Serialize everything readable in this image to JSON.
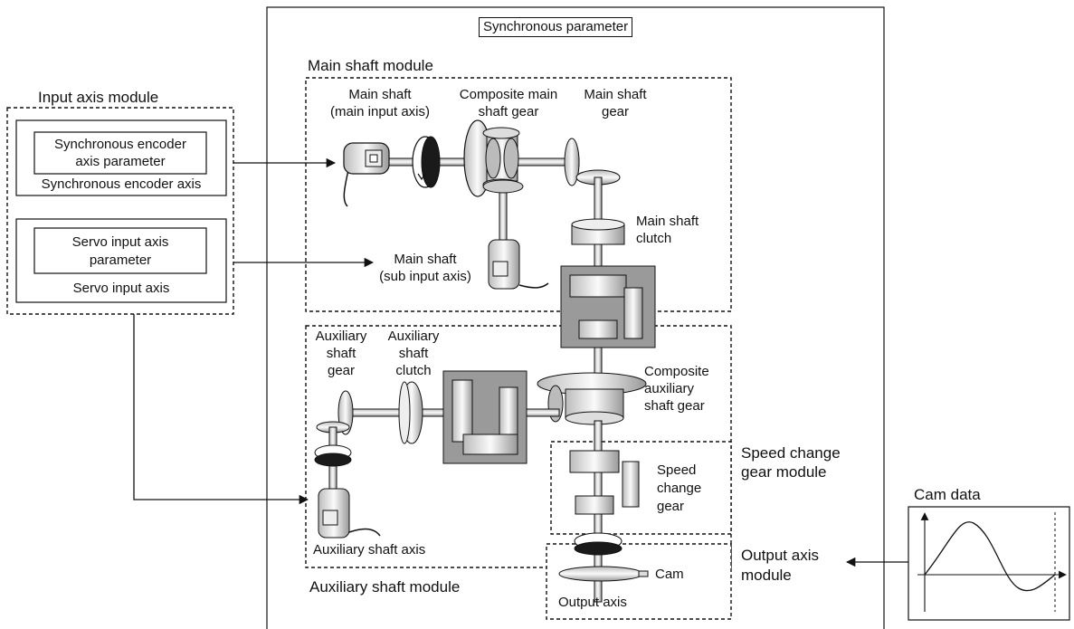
{
  "title": "Synchronous parameter",
  "input_axis_module": {
    "heading": "Input axis module",
    "encoder": {
      "param_line1": "Synchronous encoder",
      "param_line2": "axis parameter",
      "axis": "Synchronous encoder axis"
    },
    "servo": {
      "param_line1": "Servo input axis",
      "param_line2": "parameter",
      "axis": "Servo input axis"
    }
  },
  "main_shaft_module": {
    "heading": "Main shaft module",
    "main_input": [
      "Main shaft",
      "(main input axis)"
    ],
    "composite_gear": [
      "Composite main",
      "shaft gear"
    ],
    "main_gear": [
      "Main shaft",
      "gear"
    ],
    "clutch": [
      "Main shaft",
      "clutch"
    ],
    "sub_input": [
      "Main shaft",
      "(sub input axis)"
    ]
  },
  "auxiliary_shaft_module": {
    "heading": "Auxiliary shaft module",
    "gear": [
      "Auxiliary",
      "shaft",
      "gear"
    ],
    "clutch": [
      "Auxiliary",
      "shaft",
      "clutch"
    ],
    "composite": [
      "Composite",
      "auxiliary",
      "shaft gear"
    ],
    "axis": "Auxiliary shaft axis"
  },
  "speed_change_gear_module": {
    "heading": [
      "Speed change",
      "gear module"
    ],
    "gear": [
      "Speed",
      "change",
      "gear"
    ]
  },
  "output_axis_module": {
    "heading": [
      "Output axis",
      "module"
    ],
    "cam": "Cam",
    "axis": "Output axis"
  },
  "cam_data": {
    "heading": "Cam data"
  },
  "icons": [
    "encoder-icon",
    "gear-icon",
    "clutch-icon",
    "rotation-arrow-icon",
    "cam-disc-icon"
  ]
}
